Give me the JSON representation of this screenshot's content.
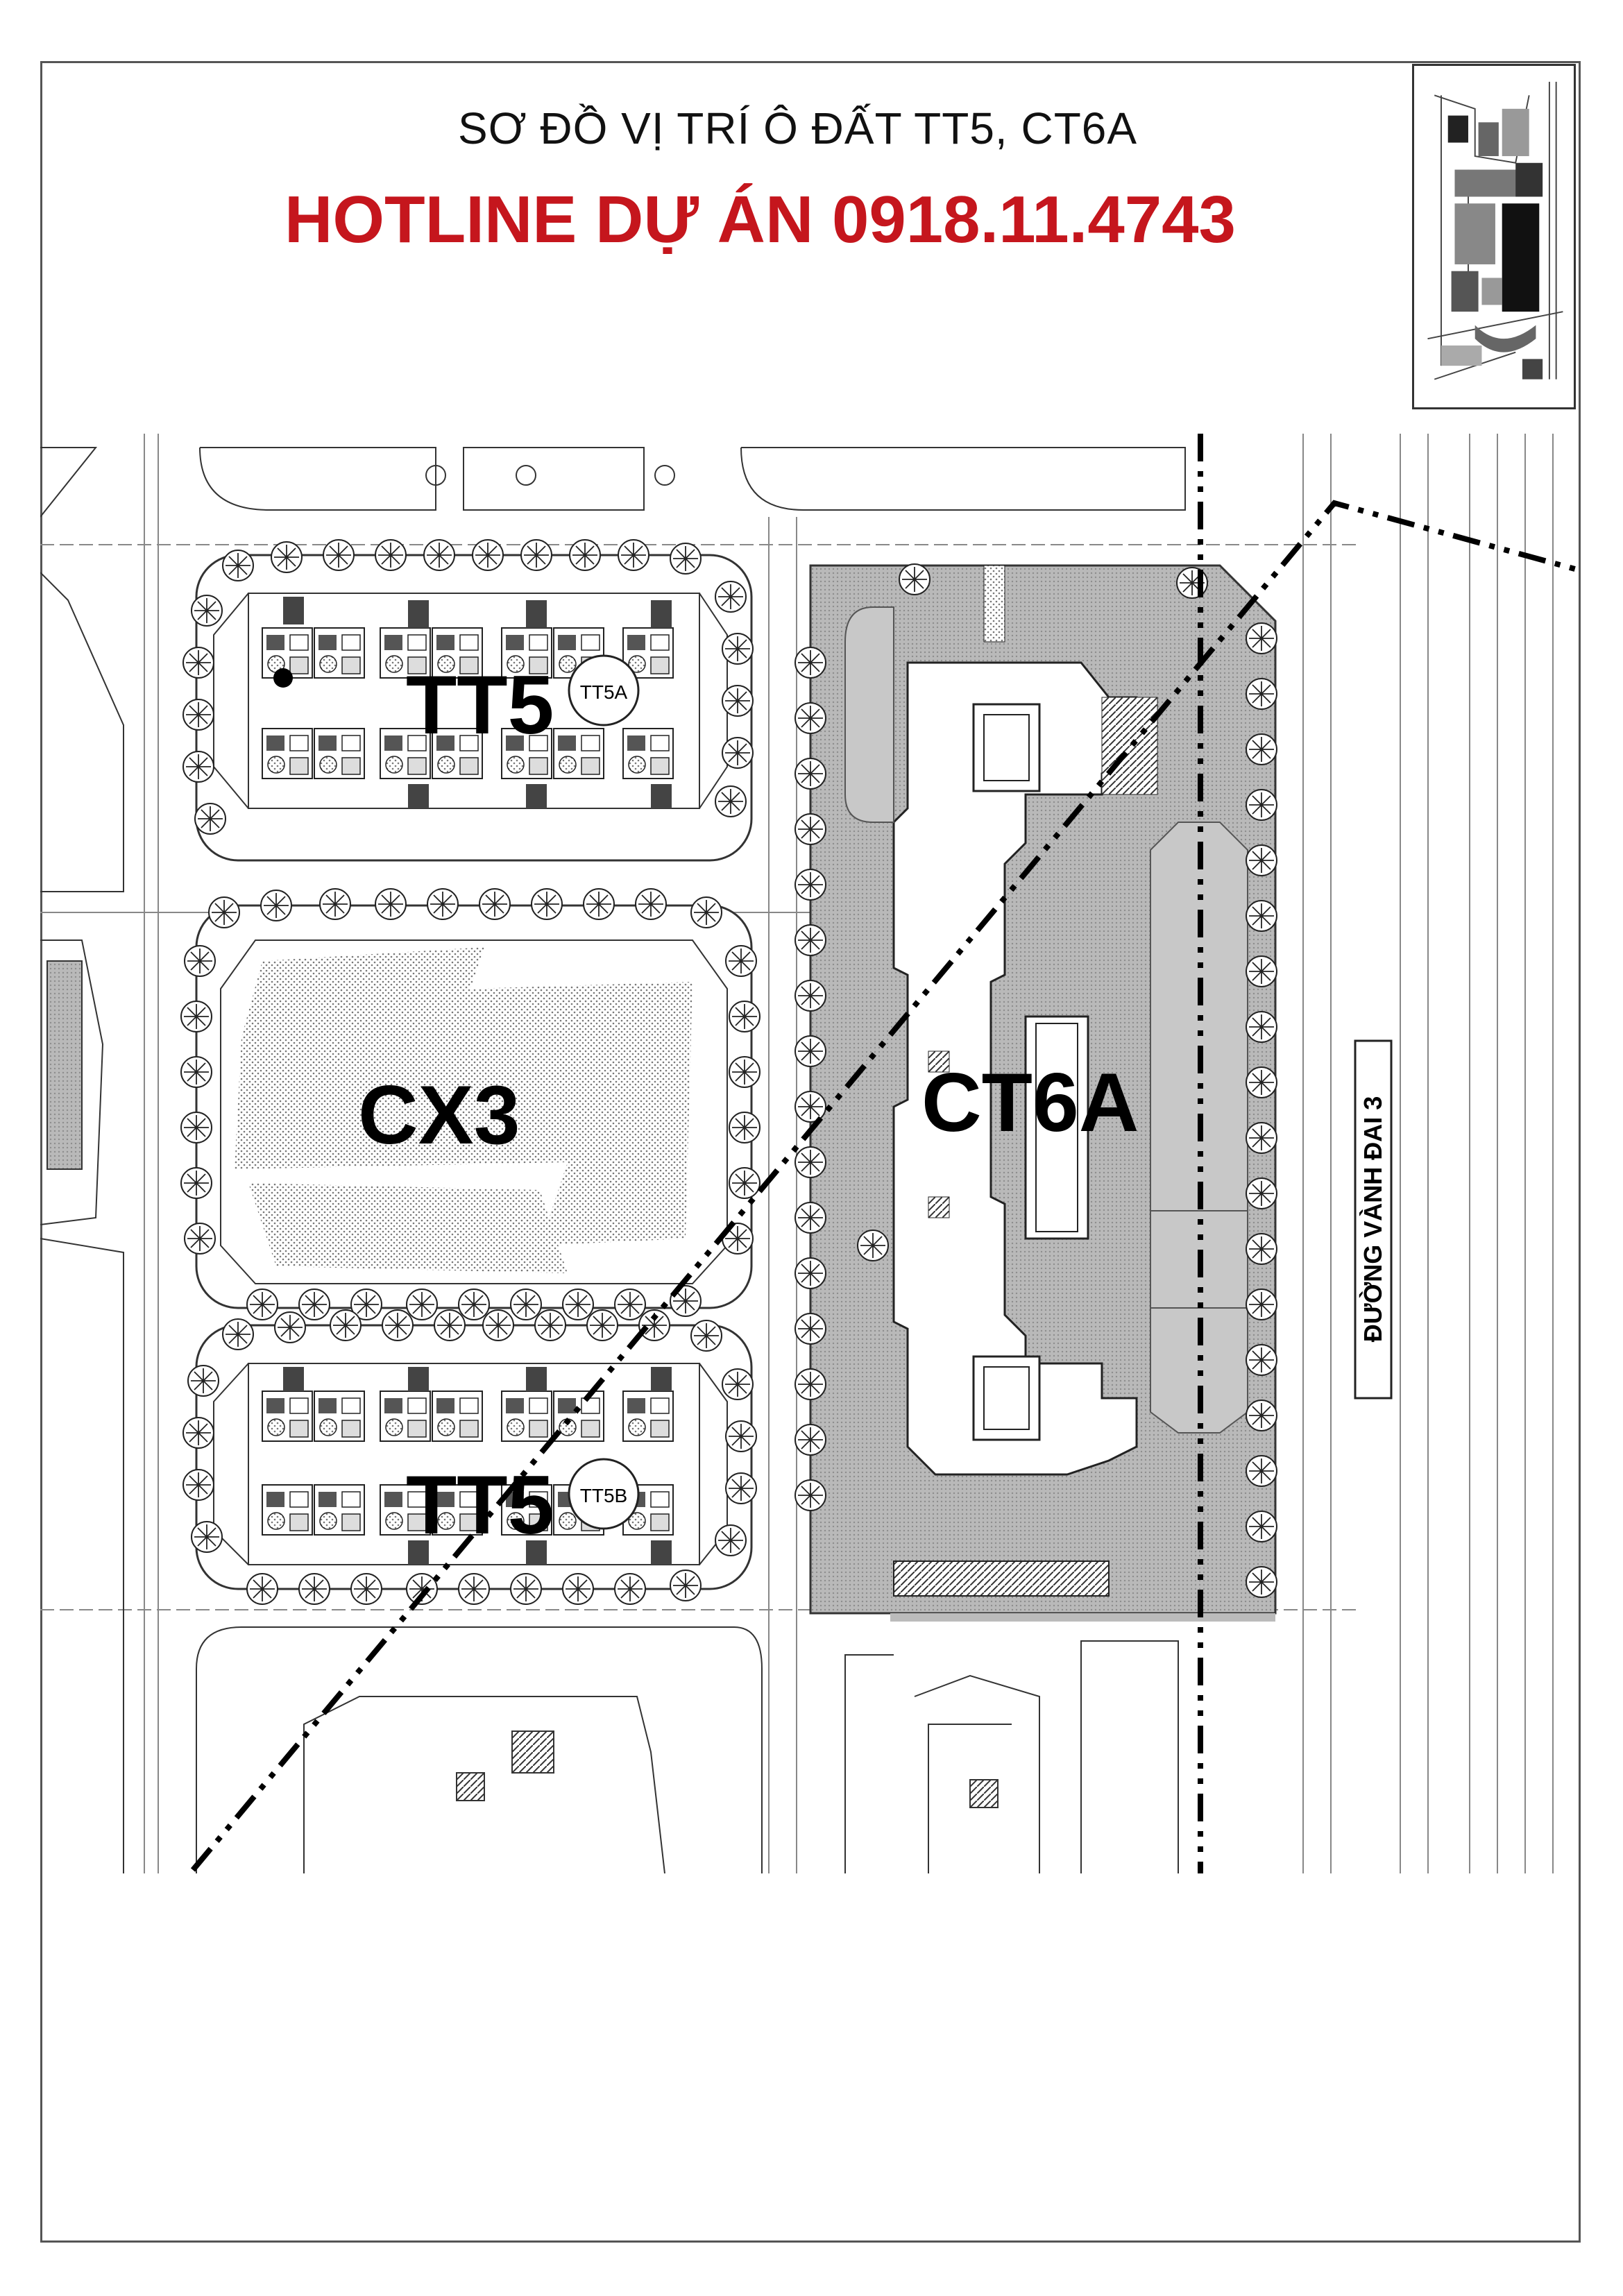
{
  "header": {
    "title": "SƠ ĐỒ VỊ TRÍ Ô ĐẤT TT5, CT6A",
    "hotline": "HOTLINE DỰ ÁN 0918.11.4743",
    "hotline_color": "#c5161d"
  },
  "map": {
    "blocks": {
      "tt5_north": "TT5",
      "tt5_north_tag": "TT5A",
      "cx3": "CX3",
      "tt5_south": "TT5",
      "tt5_south_tag": "TT5B",
      "ct6a": "CT6A"
    },
    "road_label": "ĐƯỜNG VÀNH ĐAI 3"
  },
  "minimap": {
    "icon": "site-locator-minimap"
  }
}
